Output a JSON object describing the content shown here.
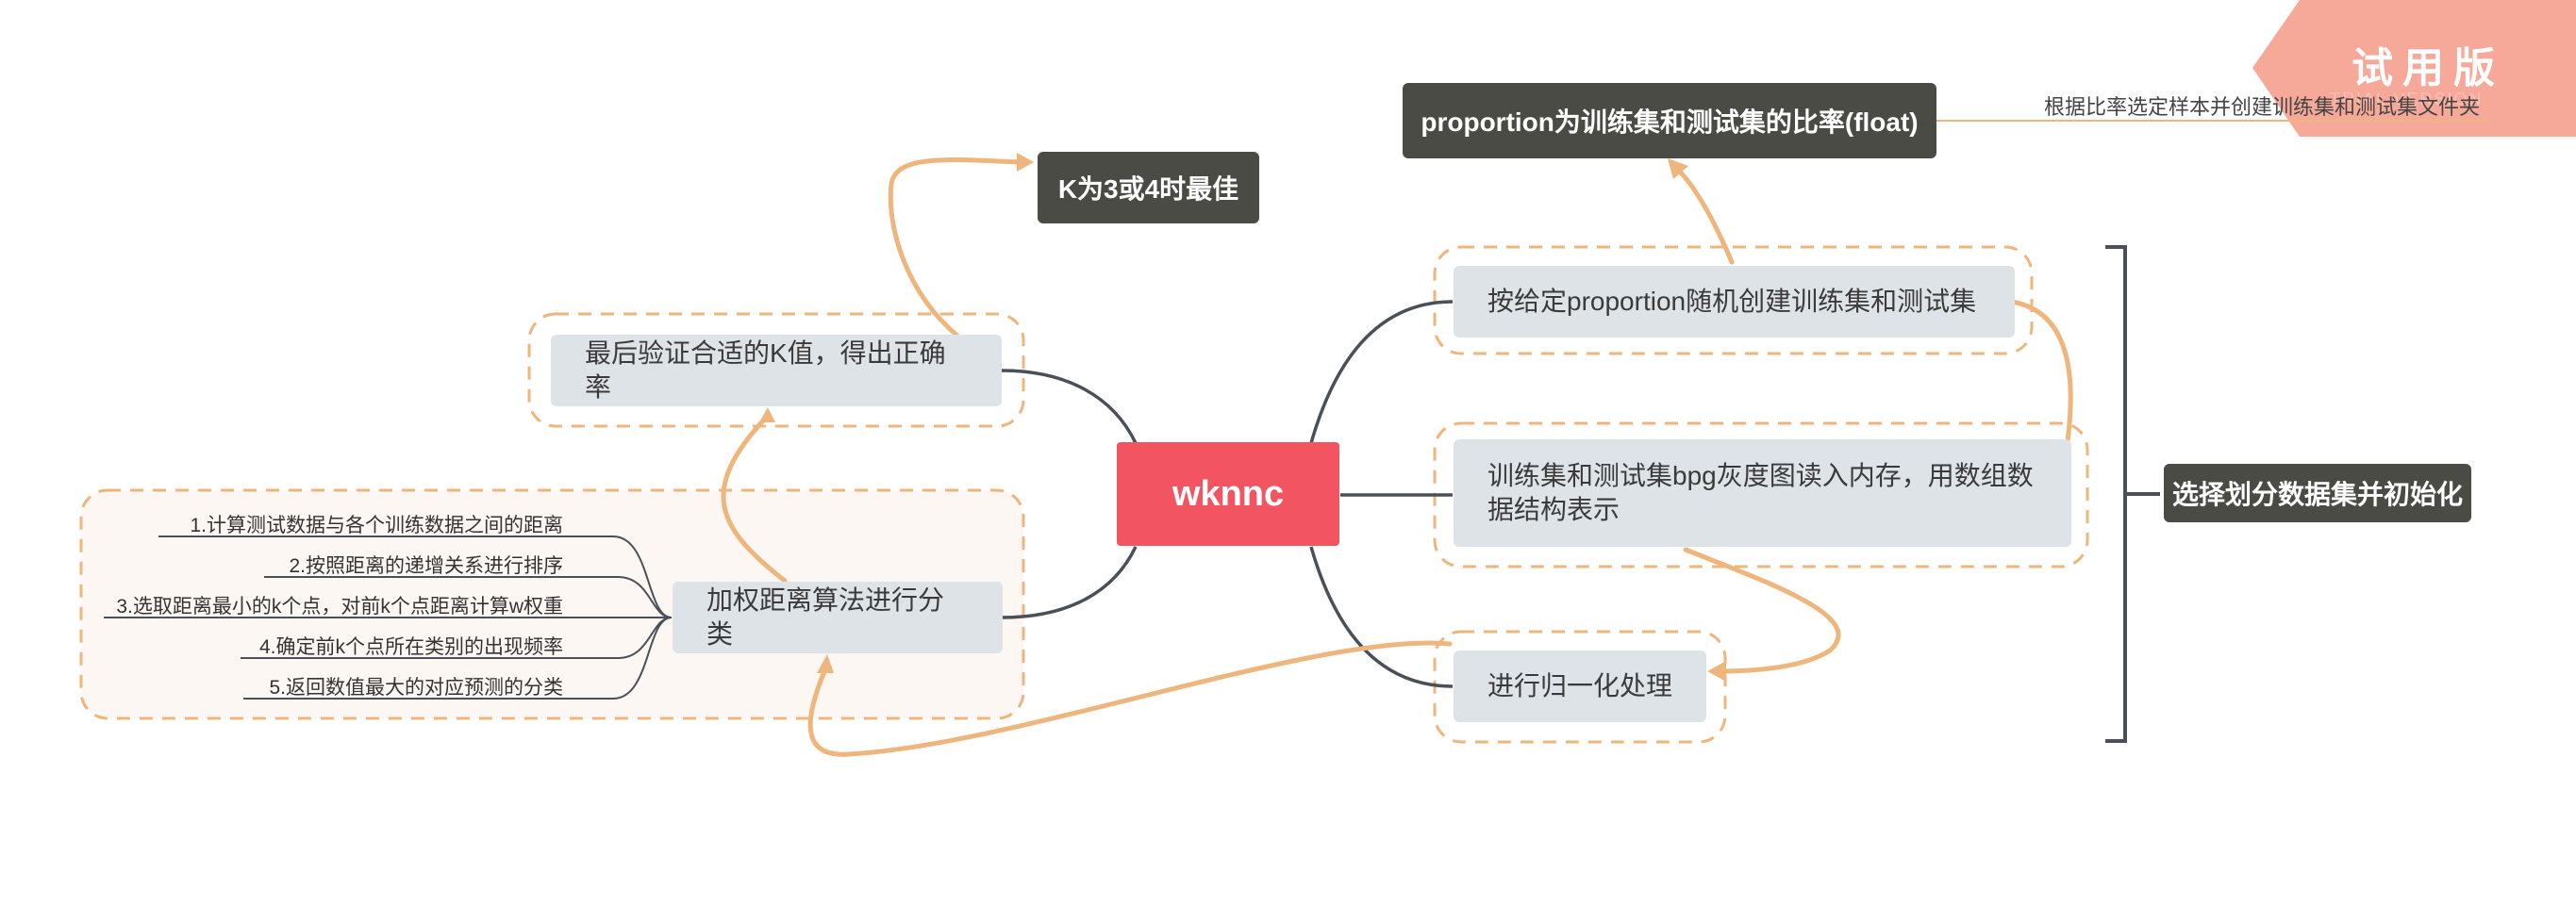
{
  "central": {
    "label": "wknnc"
  },
  "right": {
    "topics": [
      {
        "label": "按给定proportion随机创建训练集和测试集"
      },
      {
        "label": "训练集和测试集bpg灰度图读入内存，用数组数据结构表示"
      },
      {
        "label": "进行归一化处理"
      }
    ],
    "bracket_summary": "选择划分数据集并初始化",
    "proportion_callout": "proportion为训练集和测试集的比率(float)",
    "proportion_note": "根据比率选定样本并创建训练集和测试集文件夹"
  },
  "left": {
    "final_topic": "最后验证合适的K值，得出正确率",
    "k_callout": "K为3或4时最佳",
    "weighted_topic": "加权距离算法进行分类",
    "weighted_steps": [
      "1.计算测试数据与各个训练数据之间的距离",
      "2.按照距离的递增关系进行排序",
      "3.选取距离最小的k个点，对前k个点距离计算w权重",
      "4.确定前k个点所在类别的出现频率",
      "5.返回数值最大的对应预测的分类"
    ]
  },
  "watermark": {
    "label": "试用版",
    "sub_label": "TRIAL VERSION"
  },
  "colors": {
    "central": "#f25561",
    "topic_fill": "#dde3e6",
    "dark_callout": "#4b4b45",
    "relationship": "#eeb57c",
    "branch_line": "#4a5058",
    "watermark": "#f6a394"
  }
}
